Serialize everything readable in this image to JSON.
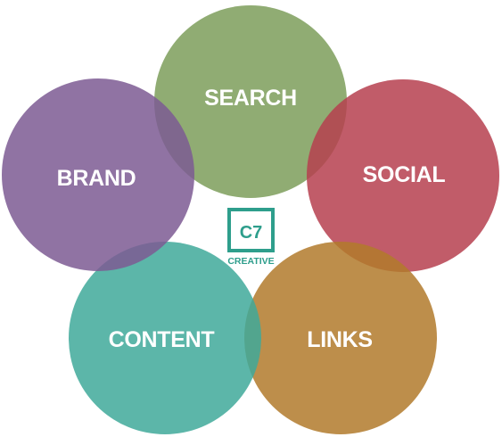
{
  "diagram": {
    "circles": [
      {
        "id": "search",
        "label": "SEARCH",
        "color": "#7d9e5a"
      },
      {
        "id": "social",
        "label": "SOCIAL",
        "color": "#b63f4f"
      },
      {
        "id": "links",
        "label": "LINKS",
        "color": "#b27a2c"
      },
      {
        "id": "content",
        "label": "CONTENT",
        "color": "#40a99a"
      },
      {
        "id": "brand",
        "label": "BRAND",
        "color": "#7c5a93"
      }
    ]
  },
  "logo": {
    "mark": "C7",
    "caption": "CREATIVE",
    "color": "#2e9e8c"
  }
}
